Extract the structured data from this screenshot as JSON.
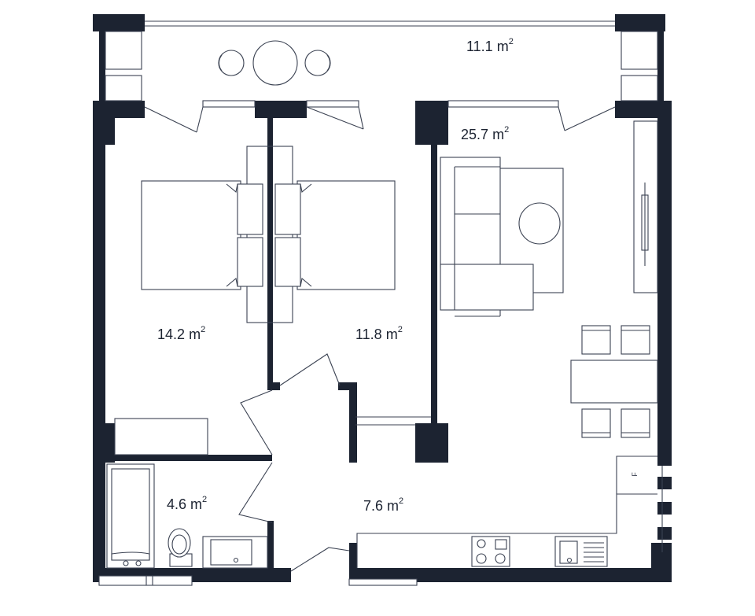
{
  "rooms": {
    "balcony": {
      "value": "11.1",
      "unit": "m",
      "exp": "2"
    },
    "living": {
      "value": "25.7",
      "unit": "m",
      "exp": "2"
    },
    "bedroom1": {
      "value": "14.2",
      "unit": "m",
      "exp": "2"
    },
    "bedroom2": {
      "value": "11.8",
      "unit": "m",
      "exp": "2"
    },
    "bathroom": {
      "value": "4.6",
      "unit": "m",
      "exp": "2"
    },
    "hall": {
      "value": "7.6",
      "unit": "m",
      "exp": "2"
    }
  },
  "fixtures": {
    "fridge_mark": "F"
  },
  "colors": {
    "wall": "#1c2331",
    "line": "#3b4252",
    "background": "#ffffff"
  }
}
